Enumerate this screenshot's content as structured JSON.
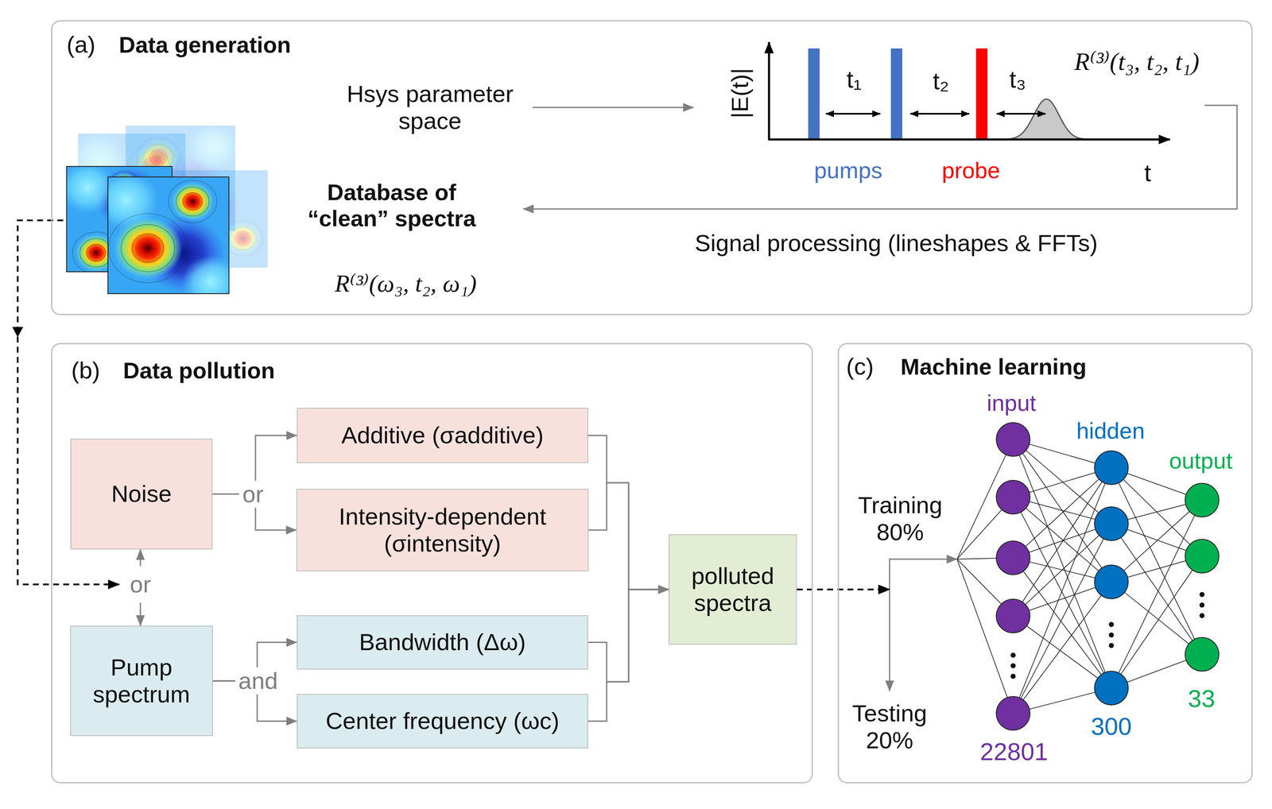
{
  "diagram": {
    "nodes": [
      {
        "text": [
          "(a)",
          "Data generation"
        ]
      },
      {
        "text": [
          "Hsys parameter space"
        ],
        "in": 0
      },
      {
        "text": [
          "R⁽³⁾(t₃, t₂, t₁)"
        ],
        "in": 0
      },
      {
        "text": [
          "Database of “clean” spectra",
          "R⁽³⁾(ω₃, t₂, ω₁)"
        ],
        "in": 0
      },
      {
        "text": [
          "(b)",
          "Data pollution"
        ]
      },
      {
        "text": [
          "Noise"
        ],
        "in": 4
      },
      {
        "text": [
          "or"
        ],
        "in": 4
      },
      {
        "text": [
          "Pump spectrum"
        ],
        "in": 4
      },
      {
        "text": [
          "Additive (σadditive)"
        ],
        "in": 4
      },
      {
        "text": [
          "Intensity-dependent (σintensity)"
        ],
        "in": 4
      },
      {
        "text": [
          "Bandwidth (Δω)"
        ],
        "in": 4
      },
      {
        "text": [
          "Center frequency (ωc)"
        ],
        "in": 4
      },
      {
        "text": [
          "polluted spectra"
        ],
        "in": 4
      },
      {
        "text": [
          "(c)",
          "Machine learning"
        ]
      },
      {
        "text": [
          "Testing 20%"
        ],
        "in": 13
      },
      {
        "text": [
          "input",
          "hidden",
          "output",
          "22801",
          "300",
          "33"
        ],
        "in": 13
      }
    ],
    "edges": [
      {
        "from": 1,
        "to": 2,
        "arrow": "to"
      },
      {
        "from": 2,
        "to": 3,
        "label": "Signal processing (lineshapes & FFTs)",
        "arrow": "to"
      },
      {
        "from": 3,
        "to": 6,
        "arrow": "to"
      },
      {
        "from": 6,
        "to": 5,
        "arrow": "to"
      },
      {
        "from": 6,
        "to": 7,
        "arrow": "to"
      },
      {
        "from": 5,
        "to": 8,
        "label": "or",
        "arrow": "to"
      },
      {
        "from": 5,
        "to": 9,
        "arrow": "to"
      },
      {
        "from": 7,
        "to": 10,
        "label": "and",
        "arrow": "to"
      },
      {
        "from": 7,
        "to": 11,
        "arrow": "to"
      },
      {
        "from": 8,
        "to": 12,
        "arrow": "to"
      },
      {
        "from": 9,
        "to": 12,
        "arrow": "to"
      },
      {
        "from": 10,
        "to": 12,
        "arrow": "to"
      },
      {
        "from": 11,
        "to": 12,
        "arrow": "to"
      },
      {
        "from": 12,
        "to": 15,
        "label": "Training 80%",
        "arrow": "to"
      },
      {
        "from": 12,
        "to": 14,
        "arrow": "to"
      }
    ],
    "labels": [
      "|E(t)|",
      "t₁",
      "t₂",
      "t₃",
      "pumps",
      "probe",
      "t"
    ]
  }
}
